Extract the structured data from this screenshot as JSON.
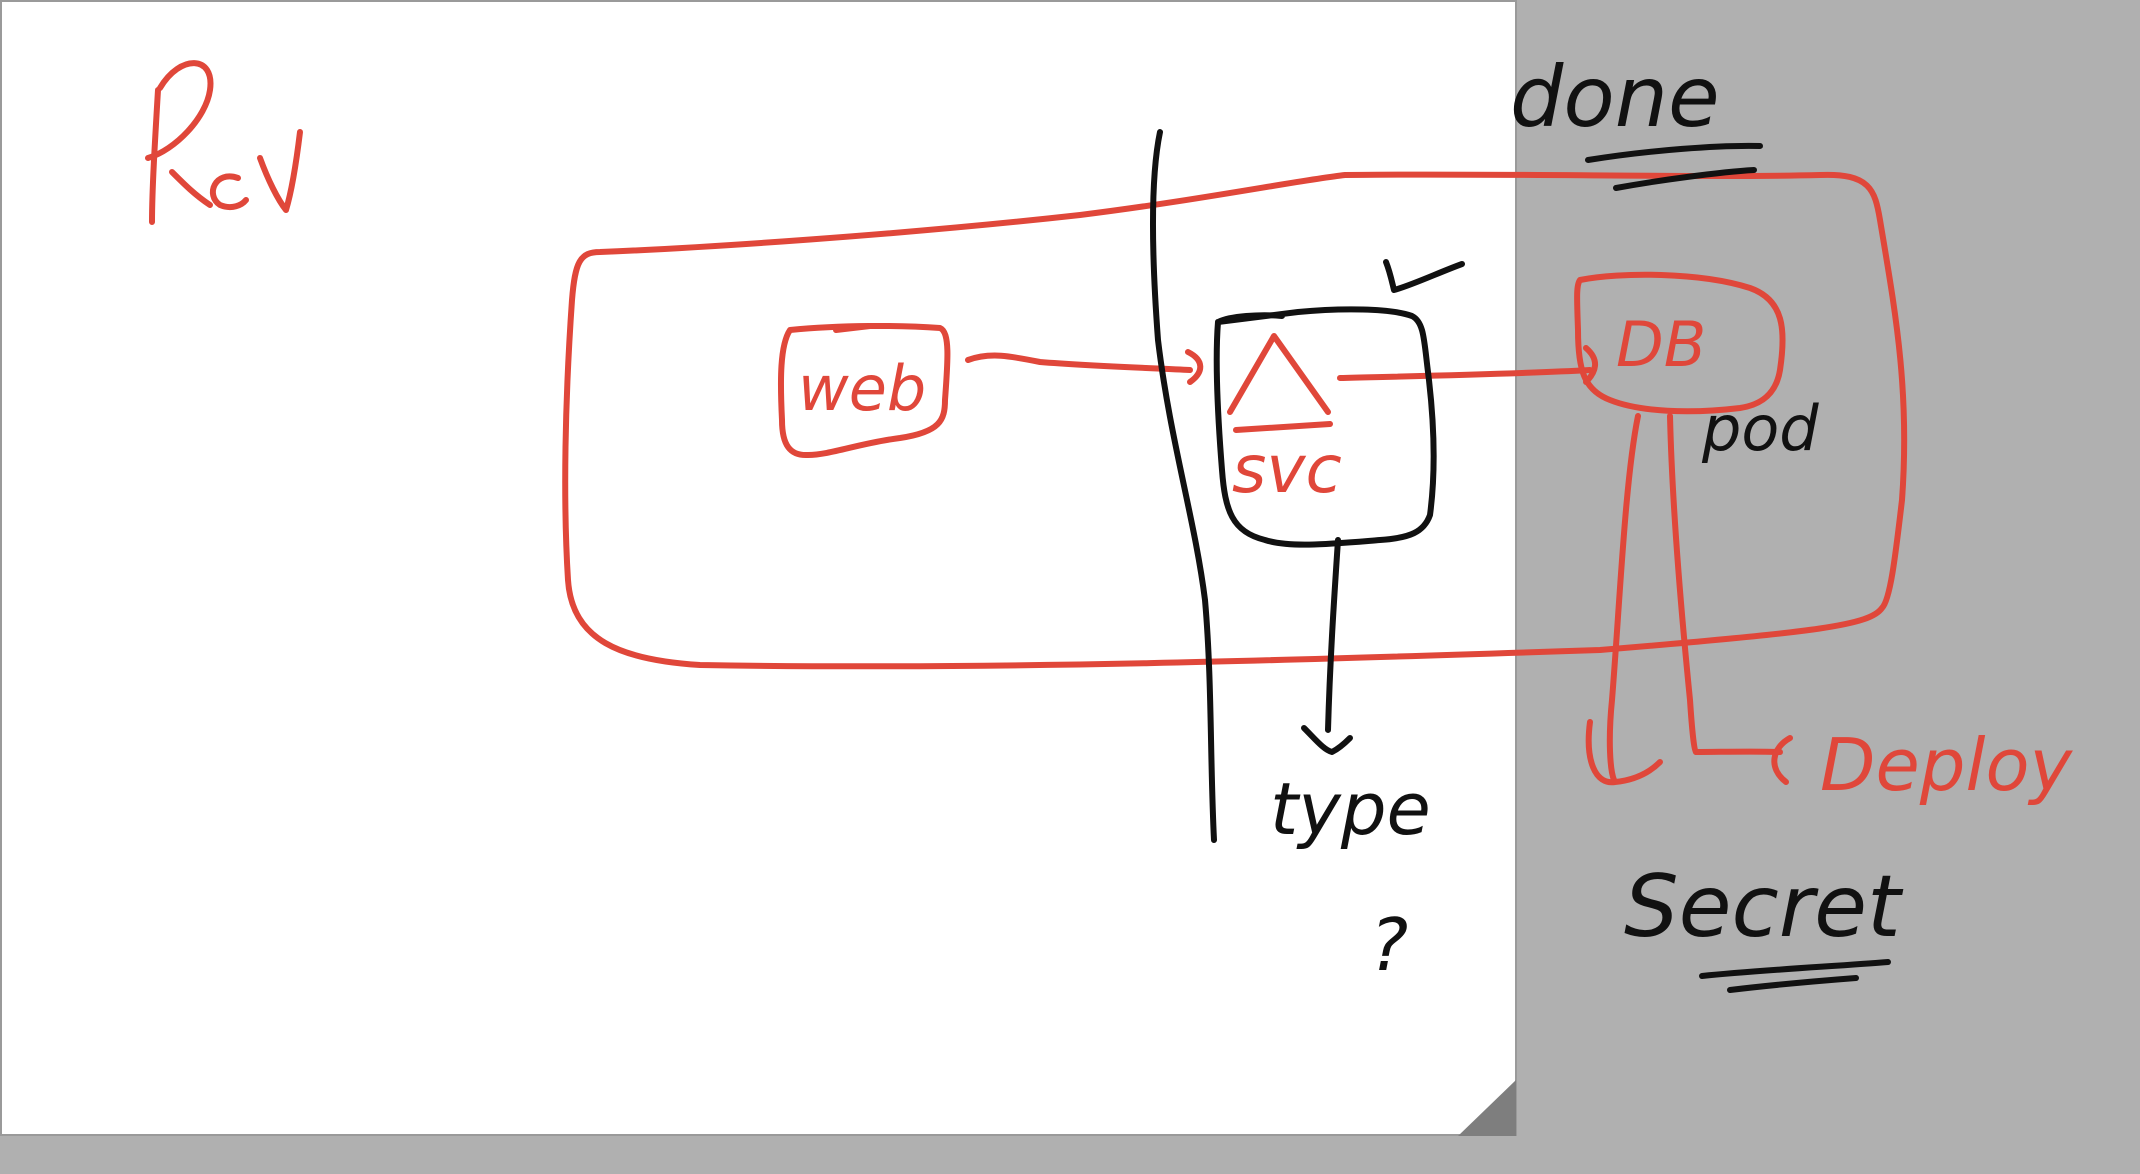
{
  "colors": {
    "ink_red": "#e0473a",
    "ink_black": "#111111",
    "paper": "#ffffff",
    "background": "#b0b0b0",
    "fold_corner": "#7e7e7e"
  },
  "labels": {
    "rev": "Rev",
    "done": "done",
    "web": "web",
    "svc": "svc",
    "db": "DB",
    "pod": "pod",
    "type": "type",
    "question": "?",
    "deploy": "Deploy",
    "secret": "Secret",
    "check": "✓"
  }
}
